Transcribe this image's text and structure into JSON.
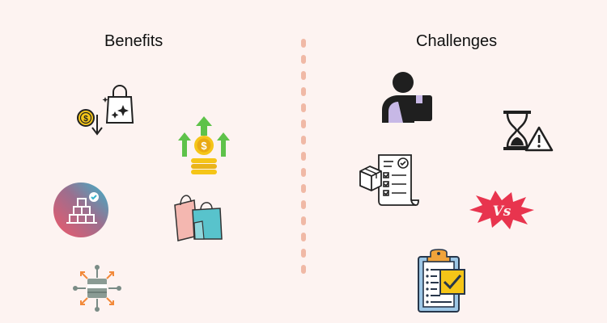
{
  "benefits": {
    "title": "Benefits",
    "icons": [
      "price-drop-shopping-bag-icon",
      "rising-coins-icon",
      "inventory-boxes-icon",
      "shopping-bags-icon",
      "distribution-network-icon"
    ]
  },
  "challenges": {
    "title": "Challenges",
    "icons": [
      "user-with-box-icon",
      "hourglass-warning-icon",
      "order-checklist-icon",
      "versus-burst-icon",
      "clipboard-checklist-icon"
    ],
    "versus_badge": "Vs"
  },
  "colors": {
    "background": "#fdf3f1",
    "divider": "#f0b9a6",
    "green": "#5ec24a",
    "gold": "#f5c518",
    "red": "#e8344e",
    "teal": "#58c3cc",
    "pink": "#f4b7b0"
  }
}
